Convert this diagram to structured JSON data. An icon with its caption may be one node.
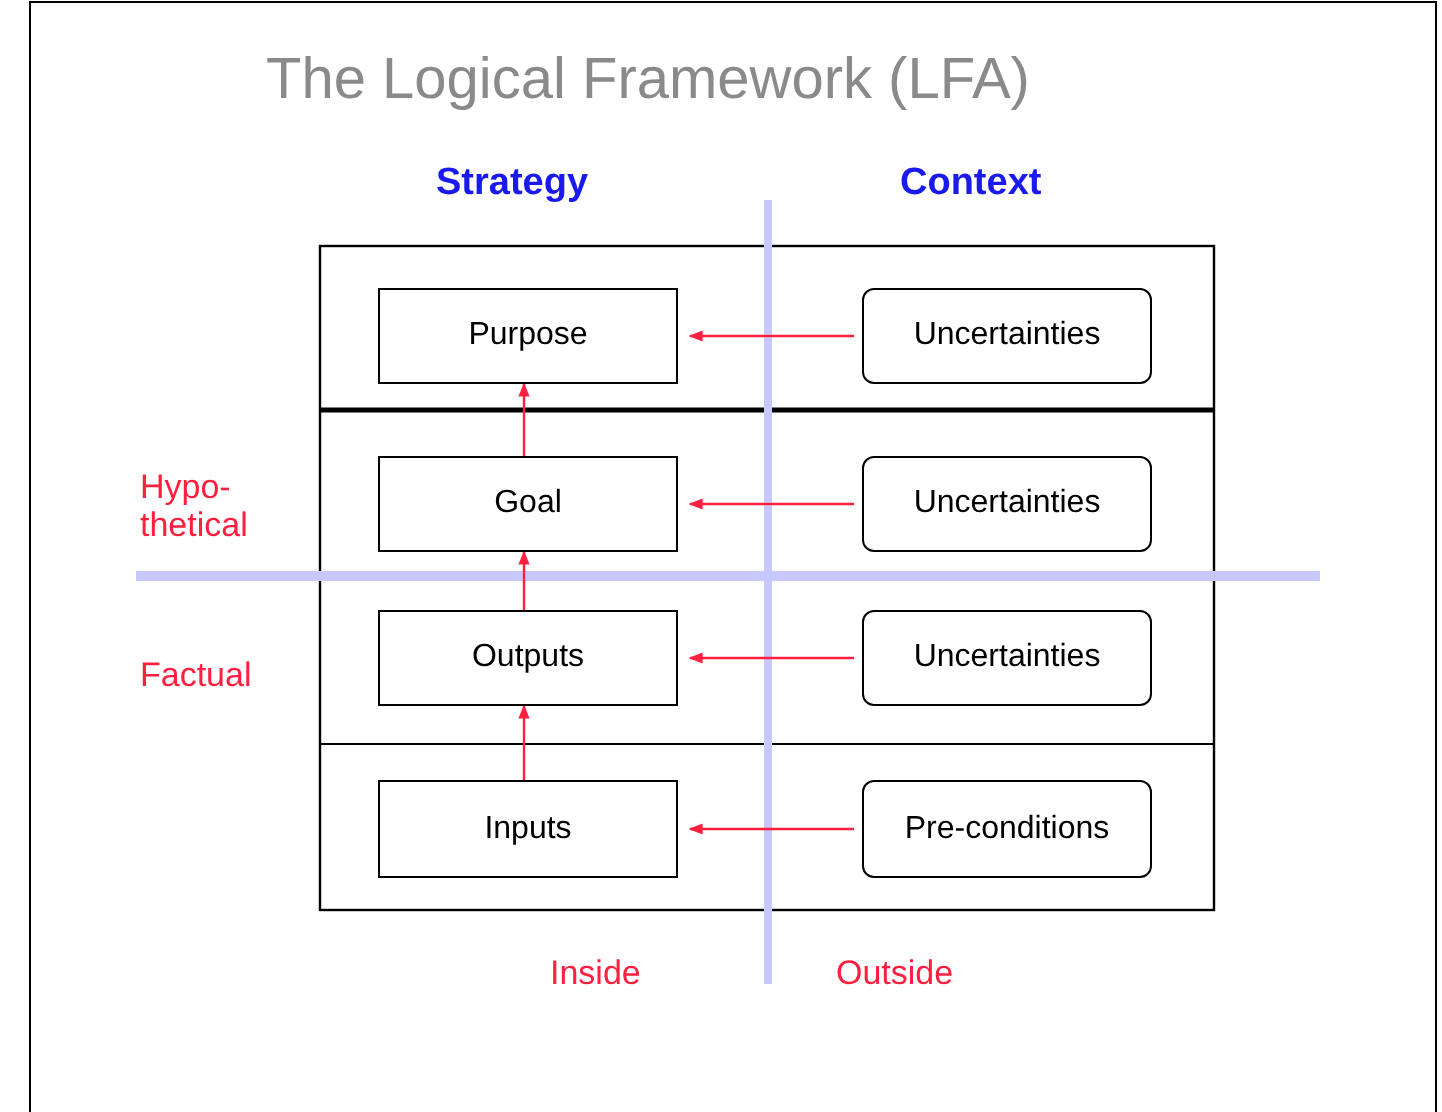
{
  "diagram": {
    "title": "The Logical Framework (LFA)",
    "nodes": [
      {
        "text": [
          "Purpose"
        ]
      },
      {
        "text": [
          "Uncertainties"
        ]
      },
      {
        "text": [
          "Goal"
        ]
      },
      {
        "text": [
          "Uncertainties"
        ]
      },
      {
        "text": [
          "Outputs"
        ]
      },
      {
        "text": [
          "Uncertainties"
        ]
      },
      {
        "text": [
          "Inputs"
        ]
      },
      {
        "text": [
          "Pre-conditions"
        ]
      }
    ],
    "edges": [
      {
        "from": 1,
        "to": 0,
        "arrow": "to"
      },
      {
        "from": 3,
        "to": 2,
        "arrow": "to"
      },
      {
        "from": 5,
        "to": 4,
        "arrow": "to"
      },
      {
        "from": 7,
        "to": 6,
        "arrow": "to"
      },
      {
        "from": 6,
        "to": 4,
        "arrow": "to"
      },
      {
        "from": 4,
        "to": 2,
        "arrow": "to"
      },
      {
        "from": 2,
        "to": 0,
        "arrow": "to"
      }
    ],
    "labels": [
      "Strategy",
      "Context",
      "Hypo- thetical",
      "Factual",
      "Inside",
      "Outside"
    ]
  }
}
